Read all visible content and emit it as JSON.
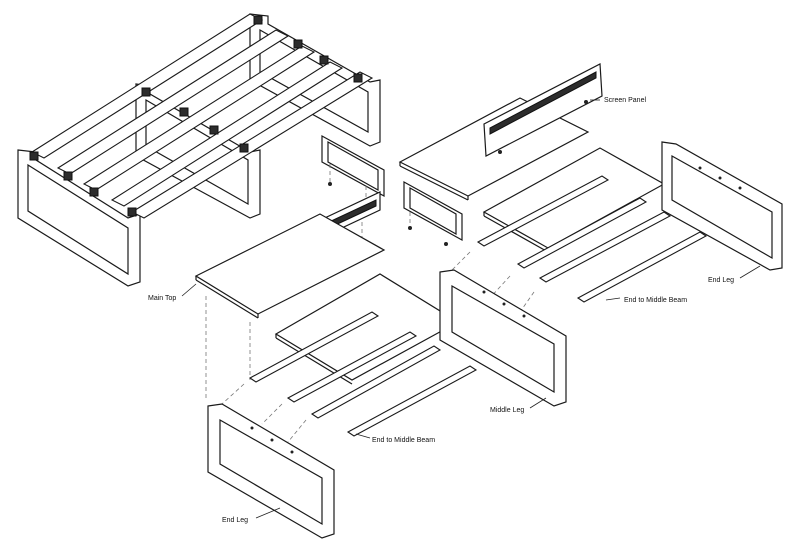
{
  "labels": {
    "screen_panel": "Screen Panel",
    "main_top": "Main Top",
    "end_leg_right": "End Leg",
    "end_to_middle_beam_right": "End to Middle Beam",
    "middle_leg": "Middle Leg",
    "end_to_middle_beam_center": "End to Middle Beam",
    "end_leg_bottom": "End Leg"
  }
}
